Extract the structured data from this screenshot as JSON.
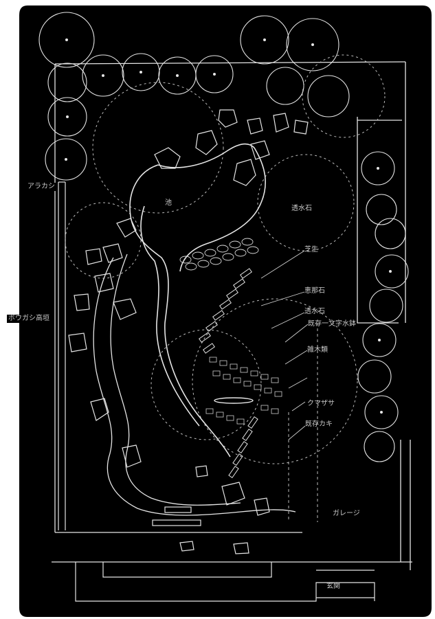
{
  "labels": {
    "arakashi": "アラカシ",
    "bougashi_hedge": "ボウガシ高垣",
    "pond": "池",
    "permeable_stone": "透水石",
    "lawn": "芝生",
    "ena_stone": "恵那石",
    "permeable_stone_2": "透水石",
    "existing_basin": "既存一文字水鉢",
    "shrubs": "雑木類",
    "kumazasa": "クマザサ",
    "existing_persimmon": "既存カキ",
    "garage": "ガレージ",
    "entrance": "玄関"
  },
  "colors": {
    "background": "#000000",
    "ink": "#e6e6e6",
    "label": "#c9c9c9"
  }
}
